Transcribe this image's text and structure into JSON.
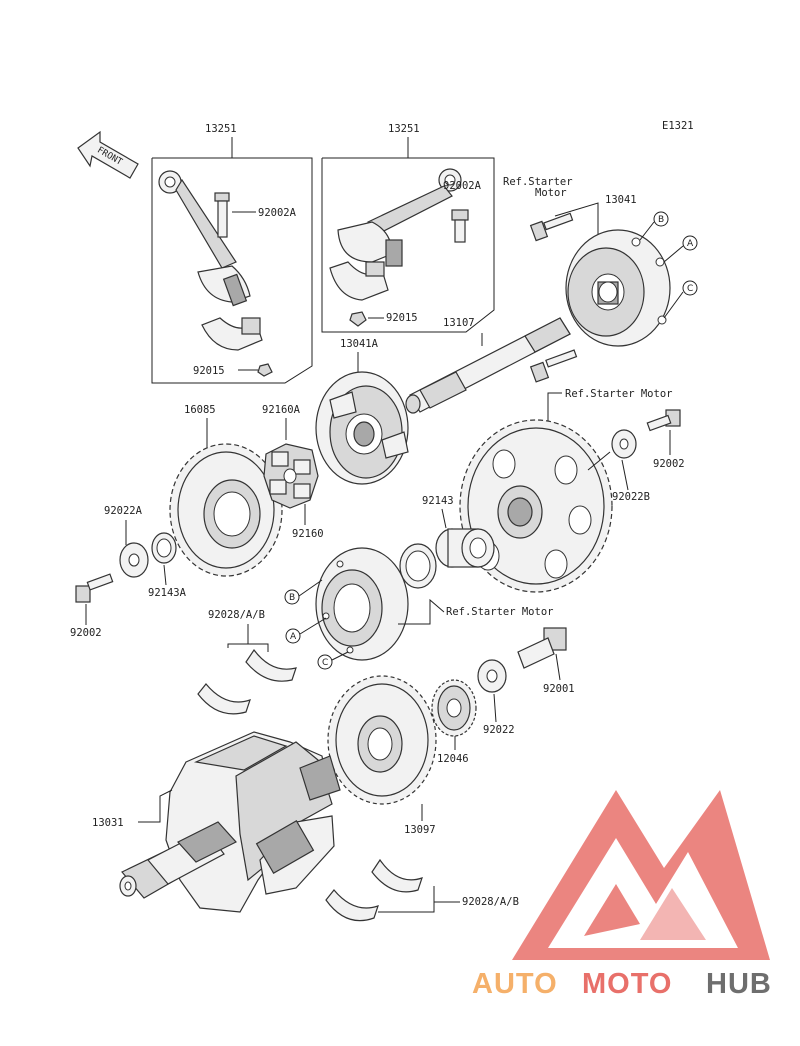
{
  "diagram": {
    "code": "E1321",
    "front_label": "FRONT",
    "labels": {
      "p13251_left": "13251",
      "p13251_right": "13251",
      "p92002A_left": "92002A",
      "p92002A_right": "92002A",
      "p92015_left": "92015",
      "p92015_right": "92015",
      "ref_starter_motor_1_line1": "Ref.Starter",
      "ref_starter_motor_1_line2": "Motor",
      "p13041": "13041",
      "p13107": "13107",
      "p13041A": "13041A",
      "ref_starter_motor_2": "Ref.Starter Motor",
      "p92160A": "92160A",
      "p16085": "16085",
      "p92002_right": "92002",
      "p92022B": "92022B",
      "p92160": "92160",
      "p92143": "92143",
      "p92022A": "92022A",
      "p92143A": "92143A",
      "p92002_left": "92002",
      "p92028AB_top": "92028/A/B",
      "ref_starter_motor_3": "Ref.Starter Motor",
      "p92001": "92001",
      "p92022": "92022",
      "p12046": "12046",
      "p13097": "13097",
      "p13031": "13031",
      "p92028AB_bottom": "92028/A/B"
    },
    "callouts": {
      "A": "A",
      "B": "B",
      "C": "C"
    }
  },
  "watermark": {
    "brand_part1": "AUTO",
    "brand_part2": "MOTO",
    "brand_part3": "HUB",
    "color_orange": "#f5b06a",
    "color_red": "#e8706a",
    "color_gray": "#6e6e6e"
  }
}
